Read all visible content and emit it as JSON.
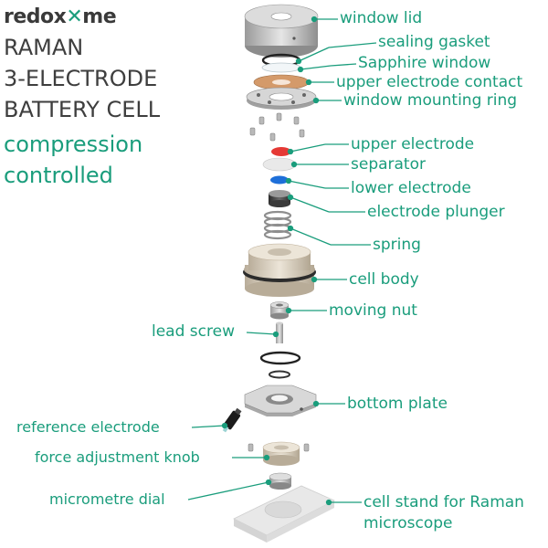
{
  "brand": {
    "part1": "redox",
    "part2": "me"
  },
  "heading": {
    "lines": [
      "RAMAN",
      "3-ELECTRODE",
      "BATTERY CELL"
    ],
    "accent_lines": [
      "compression",
      "controlled"
    ]
  },
  "labels": {
    "window_lid": "window lid",
    "sealing_gasket": "sealing gasket",
    "sapphire_window": "Sapphire window",
    "upper_electrode_contact": "upper electrode contact",
    "window_mounting_ring": "window mounting ring",
    "upper_electrode": "upper electrode",
    "separator": "separator",
    "lower_electrode": "lower electrode",
    "electrode_plunger": "electrode plunger",
    "spring": "spring",
    "cell_body": "cell body",
    "moving_nut": "moving nut",
    "lead_screw": "lead screw",
    "bottom_plate": "bottom plate",
    "reference_electrode": "reference electrode",
    "force_adjustment_knob": "force adjustment knob",
    "micrometre_dial": "micrometre dial",
    "cell_stand_line1": "cell stand for Raman",
    "cell_stand_line2": "microscope"
  },
  "colors": {
    "accent": "#1a9d7c",
    "text_dark": "#3e3e3e",
    "upper_electrode": "#e53935",
    "lower_electrode": "#1e6fd9",
    "contact_copper": "#d49a6a",
    "body_beige": "#d8cfc0",
    "steel": "#c4c4c4"
  }
}
